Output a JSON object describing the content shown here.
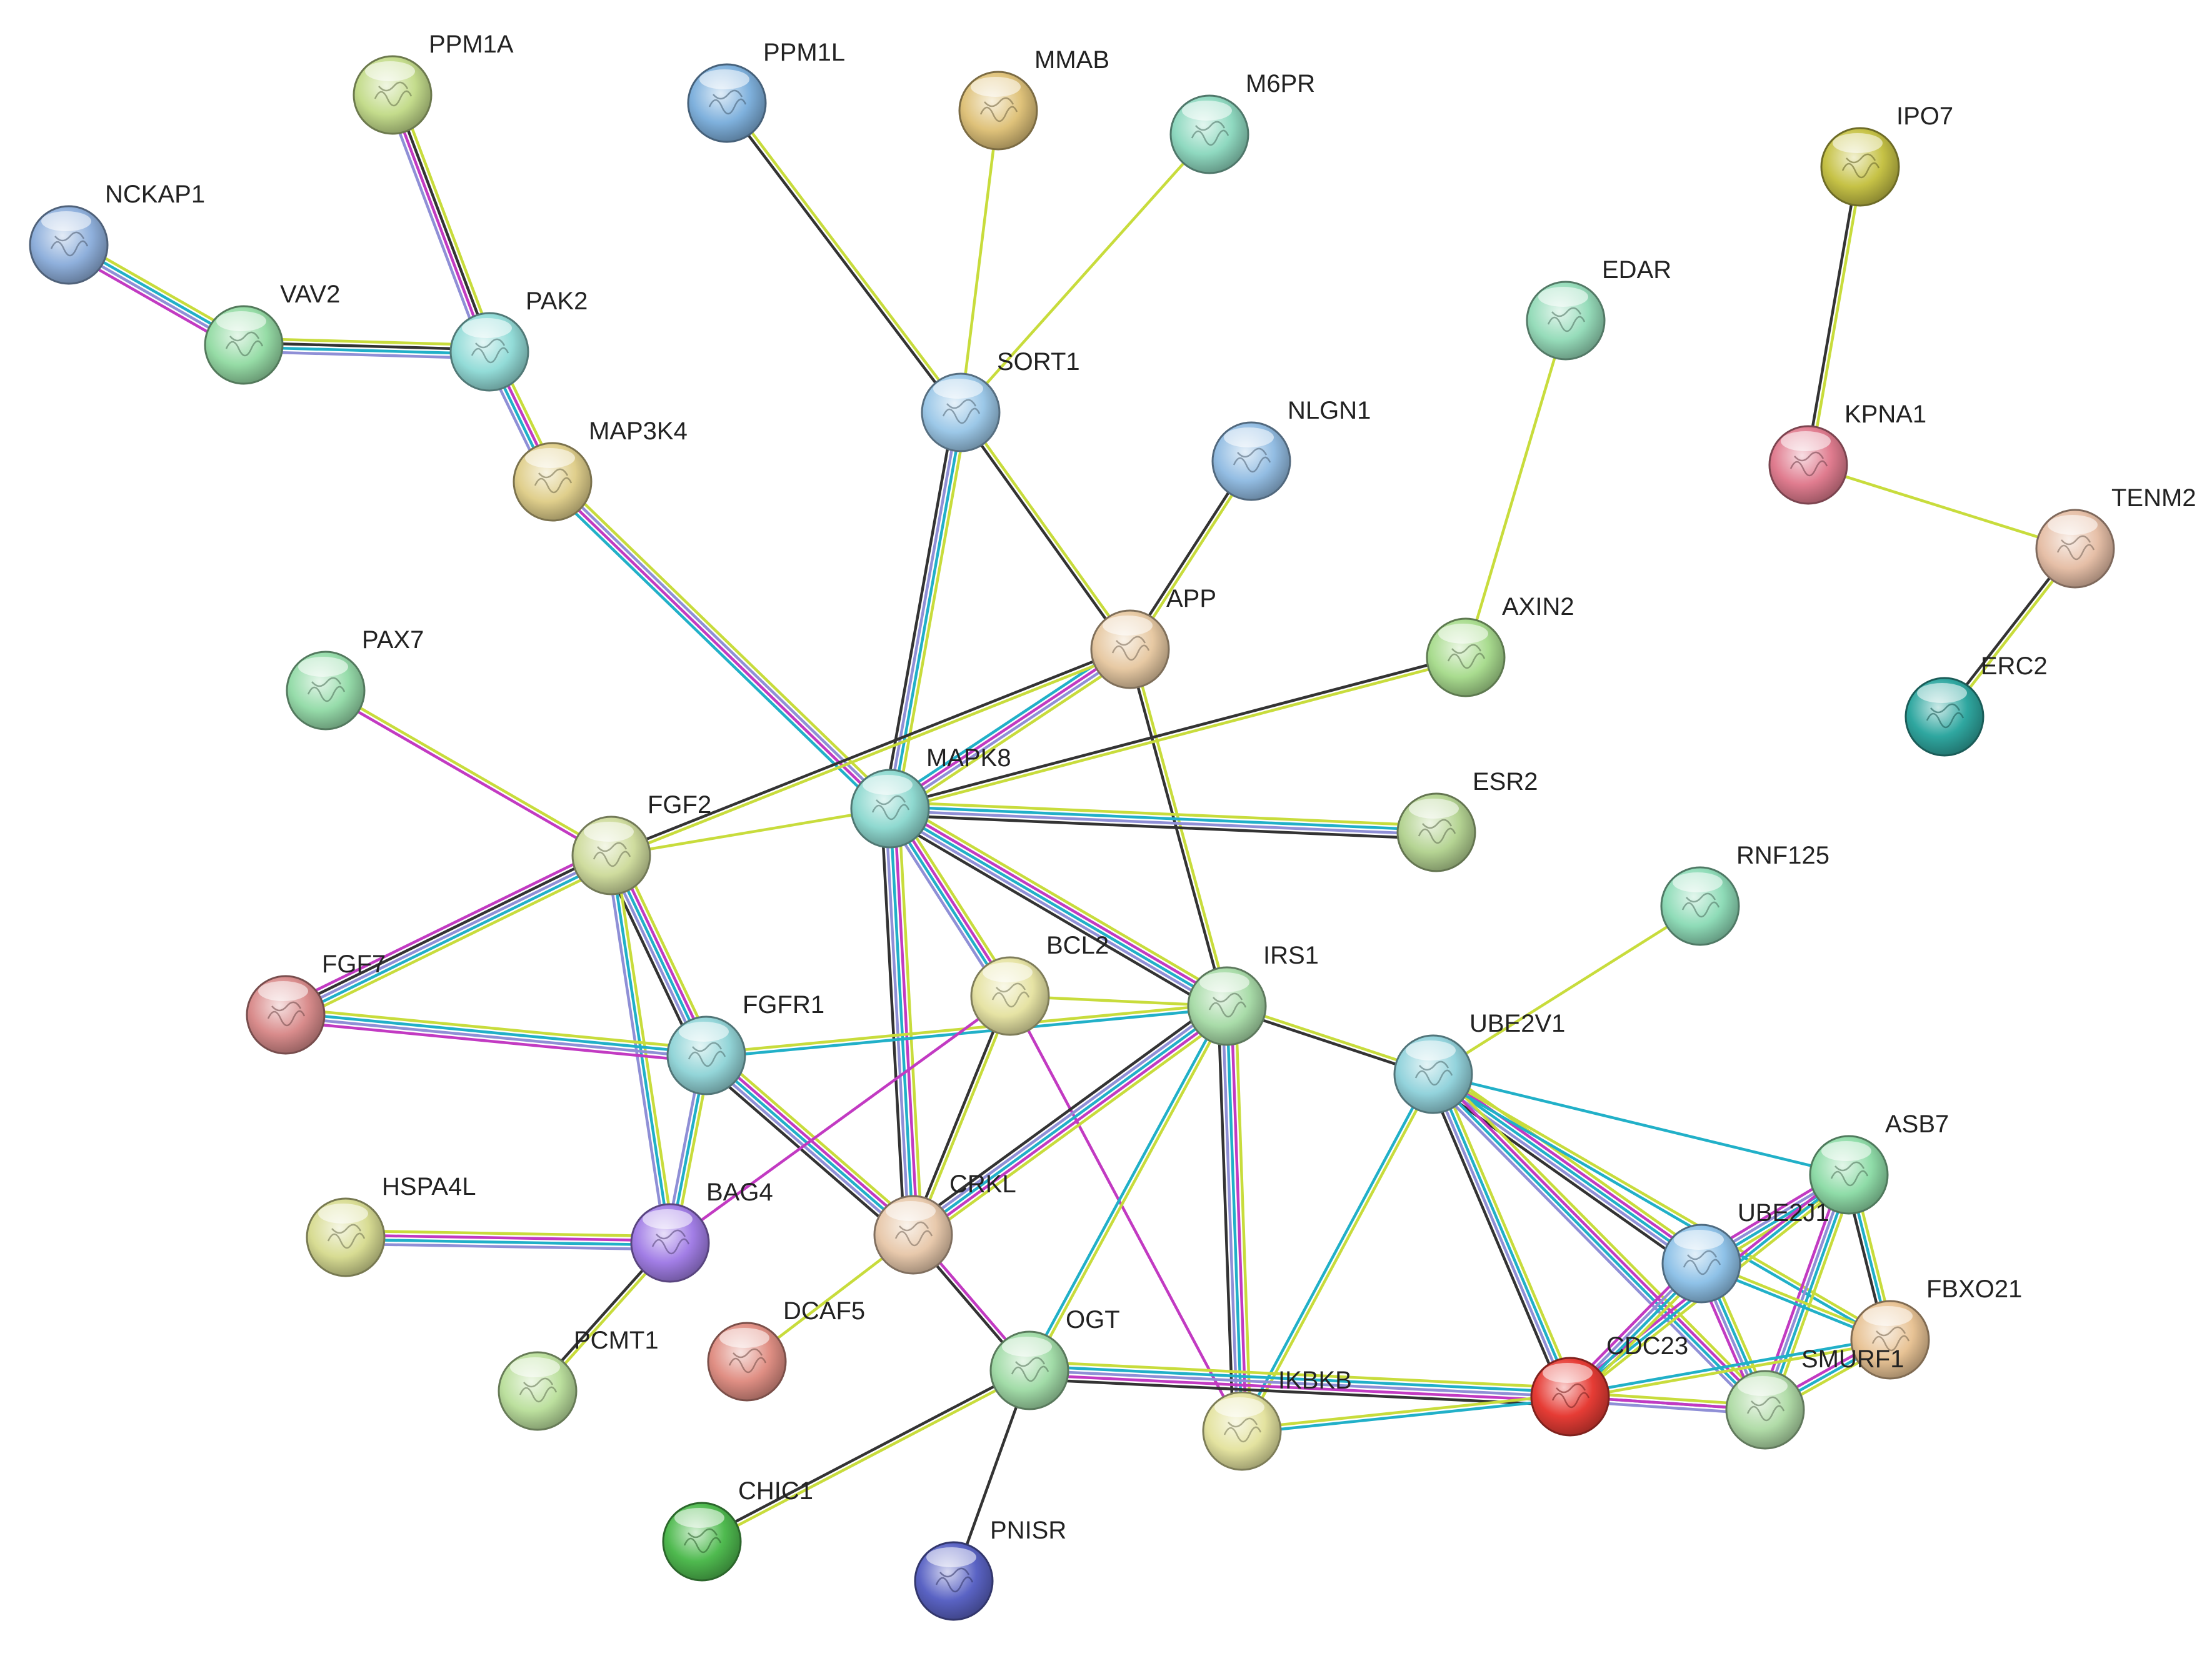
{
  "nodes": [
    {
      "id": "PPM1A",
      "label": "PPM1A",
      "color": "#c4dc8c"
    },
    {
      "id": "PPM1L",
      "label": "PPM1L",
      "color": "#7fb1dd"
    },
    {
      "id": "MMAB",
      "label": "MMAB",
      "color": "#dfc27a"
    },
    {
      "id": "M6PR",
      "label": "M6PR",
      "color": "#8fd9c0"
    },
    {
      "id": "IPO7",
      "label": "IPO7",
      "color": "#c6c246"
    },
    {
      "id": "NCKAP1",
      "label": "NCKAP1",
      "color": "#8fb0dc"
    },
    {
      "id": "VAV2",
      "label": "VAV2",
      "color": "#96dca6"
    },
    {
      "id": "PAK2",
      "label": "PAK2",
      "color": "#93dcd8"
    },
    {
      "id": "EDAR",
      "label": "EDAR",
      "color": "#96dcba"
    },
    {
      "id": "SORT1",
      "label": "SORT1",
      "color": "#9cc8e8"
    },
    {
      "id": "NLGN1",
      "label": "NLGN1",
      "color": "#93bde3"
    },
    {
      "id": "KPNA1",
      "label": "KPNA1",
      "color": "#e07c8f"
    },
    {
      "id": "MAP3K4",
      "label": "MAP3K4",
      "color": "#e0cf8c"
    },
    {
      "id": "TENM2",
      "label": "TENM2",
      "color": "#e6bfa7"
    },
    {
      "id": "APP",
      "label": "APP",
      "color": "#e7c9a3"
    },
    {
      "id": "AXIN2",
      "label": "AXIN2",
      "color": "#a9dc8f"
    },
    {
      "id": "PAX7",
      "label": "PAX7",
      "color": "#96dcaa"
    },
    {
      "id": "ERC2",
      "label": "ERC2",
      "color": "#2fa7a0"
    },
    {
      "id": "MAPK8",
      "label": "MAPK8",
      "color": "#8fd9d0"
    },
    {
      "id": "ESR2",
      "label": "ESR2",
      "color": "#b5d493"
    },
    {
      "id": "FGF2",
      "label": "FGF2",
      "color": "#cfdc9e"
    },
    {
      "id": "RNF125",
      "label": "RNF125",
      "color": "#8fdcb8"
    },
    {
      "id": "BCL2",
      "label": "BCL2",
      "color": "#e6e3a4"
    },
    {
      "id": "FGF7",
      "label": "FGF7",
      "color": "#d98c8c"
    },
    {
      "id": "IRS1",
      "label": "IRS1",
      "color": "#a9dca9"
    },
    {
      "id": "FGFR1",
      "label": "FGFR1",
      "color": "#93d5d8"
    },
    {
      "id": "UBE2V1",
      "label": "UBE2V1",
      "color": "#93d3dc"
    },
    {
      "id": "ASB7",
      "label": "ASB7",
      "color": "#8fdca8"
    },
    {
      "id": "HSPA4L",
      "label": "HSPA4L",
      "color": "#d8dc93"
    },
    {
      "id": "BAG4",
      "label": "BAG4",
      "color": "#a27ee6"
    },
    {
      "id": "CRKL",
      "label": "CRKL",
      "color": "#e8c9ac"
    },
    {
      "id": "UBE2J1",
      "label": "UBE2J1",
      "color": "#8fc2e8"
    },
    {
      "id": "FBXO21",
      "label": "FBXO21",
      "color": "#e8c395"
    },
    {
      "id": "DCAF5",
      "label": "DCAF5",
      "color": "#e08f84"
    },
    {
      "id": "OGT",
      "label": "OGT",
      "color": "#a2dca8"
    },
    {
      "id": "CDC23",
      "label": "CDC23",
      "color": "#e63c35"
    },
    {
      "id": "PCMT1",
      "label": "PCMT1",
      "color": "#bce09e"
    },
    {
      "id": "IKBKB",
      "label": "IKBKB",
      "color": "#e4e3a0"
    },
    {
      "id": "SMURF1",
      "label": "SMURF1",
      "color": "#b1dca8"
    },
    {
      "id": "CHIC1",
      "label": "CHIC1",
      "color": "#4fba4f"
    },
    {
      "id": "PNISR",
      "label": "PNISR",
      "color": "#5a63c4"
    }
  ],
  "edges": [
    {
      "source": "PPM1A",
      "target": "PAK2",
      "evidence": [
        "text",
        "coexp",
        "exp",
        "pathway"
      ]
    },
    {
      "source": "NCKAP1",
      "target": "VAV2",
      "evidence": [
        "text",
        "db",
        "pathway",
        "exp"
      ]
    },
    {
      "source": "VAV2",
      "target": "PAK2",
      "evidence": [
        "text",
        "coexp",
        "db",
        "pathway"
      ]
    },
    {
      "source": "PAK2",
      "target": "MAP3K4",
      "evidence": [
        "text",
        "exp",
        "db",
        "pathway"
      ]
    },
    {
      "source": "MAP3K4",
      "target": "MAPK8",
      "evidence": [
        "text",
        "pathway",
        "exp",
        "db"
      ]
    },
    {
      "source": "PPM1L",
      "target": "SORT1",
      "evidence": [
        "text",
        "coexp"
      ]
    },
    {
      "source": "MMAB",
      "target": "SORT1",
      "evidence": [
        "text"
      ]
    },
    {
      "source": "M6PR",
      "target": "SORT1",
      "evidence": [
        "text"
      ]
    },
    {
      "source": "SORT1",
      "target": "MAPK8",
      "evidence": [
        "text",
        "db",
        "pathway",
        "coexp"
      ]
    },
    {
      "source": "SORT1",
      "target": "APP",
      "evidence": [
        "text",
        "coexp"
      ]
    },
    {
      "source": "NLGN1",
      "target": "APP",
      "evidence": [
        "text",
        "coexp"
      ]
    },
    {
      "source": "EDAR",
      "target": "AXIN2",
      "evidence": [
        "text"
      ]
    },
    {
      "source": "IPO7",
      "target": "KPNA1",
      "evidence": [
        "text",
        "coexp"
      ]
    },
    {
      "source": "KPNA1",
      "target": "TENM2",
      "evidence": [
        "text"
      ]
    },
    {
      "source": "TENM2",
      "target": "ERC2",
      "evidence": [
        "text",
        "coexp"
      ]
    },
    {
      "source": "APP",
      "target": "MAPK8",
      "evidence": [
        "text",
        "pathway",
        "exp",
        "db"
      ]
    },
    {
      "source": "APP",
      "target": "FGF2",
      "evidence": [
        "text",
        "coexp"
      ]
    },
    {
      "source": "APP",
      "target": "IRS1",
      "evidence": [
        "text",
        "coexp"
      ]
    },
    {
      "source": "AXIN2",
      "target": "MAPK8",
      "evidence": [
        "text",
        "coexp"
      ]
    },
    {
      "source": "PAX7",
      "target": "FGF2",
      "evidence": [
        "text",
        "exp"
      ]
    },
    {
      "source": "MAPK8",
      "target": "ESR2",
      "evidence": [
        "text",
        "db",
        "pathway",
        "coexp"
      ]
    },
    {
      "source": "MAPK8",
      "target": "FGF2",
      "evidence": [
        "text"
      ]
    },
    {
      "source": "MAPK8",
      "target": "BCL2",
      "evidence": [
        "text",
        "exp",
        "db",
        "pathway"
      ]
    },
    {
      "source": "MAPK8",
      "target": "IRS1",
      "evidence": [
        "text",
        "exp",
        "db",
        "pathway",
        "coexp"
      ]
    },
    {
      "source": "MAPK8",
      "target": "CRKL",
      "evidence": [
        "text",
        "exp",
        "db",
        "pathway",
        "coexp"
      ]
    },
    {
      "source": "FGF2",
      "target": "FGF7",
      "evidence": [
        "text",
        "db",
        "pathway",
        "coexp",
        "exp"
      ]
    },
    {
      "source": "FGF2",
      "target": "FGFR1",
      "evidence": [
        "text",
        "exp",
        "db",
        "pathway",
        "coexp"
      ]
    },
    {
      "source": "FGF2",
      "target": "BAG4",
      "evidence": [
        "text",
        "db",
        "pathway"
      ]
    },
    {
      "source": "FGF7",
      "target": "FGFR1",
      "evidence": [
        "text",
        "db",
        "pathway",
        "exp"
      ]
    },
    {
      "source": "FGFR1",
      "target": "BAG4",
      "evidence": [
        "text",
        "db",
        "pathway"
      ]
    },
    {
      "source": "FGFR1",
      "target": "IRS1",
      "evidence": [
        "text",
        "db"
      ]
    },
    {
      "source": "FGFR1",
      "target": "CRKL",
      "evidence": [
        "text",
        "exp",
        "db",
        "pathway",
        "coexp"
      ]
    },
    {
      "source": "BCL2",
      "target": "IRS1",
      "evidence": [
        "text"
      ]
    },
    {
      "source": "BCL2",
      "target": "CRKL",
      "evidence": [
        "text",
        "coexp"
      ]
    },
    {
      "source": "BCL2",
      "target": "BAG4",
      "evidence": [
        "exp"
      ]
    },
    {
      "source": "BCL2",
      "target": "IKBKB",
      "evidence": [
        "exp"
      ]
    },
    {
      "source": "IRS1",
      "target": "CRKL",
      "evidence": [
        "text",
        "exp",
        "db",
        "pathway",
        "coexp"
      ]
    },
    {
      "source": "IRS1",
      "target": "OGT",
      "evidence": [
        "text",
        "db"
      ]
    },
    {
      "source": "IRS1",
      "target": "IKBKB",
      "evidence": [
        "text",
        "exp",
        "db",
        "pathway",
        "coexp"
      ]
    },
    {
      "source": "IRS1",
      "target": "UBE2V1",
      "evidence": [
        "text",
        "coexp"
      ]
    },
    {
      "source": "RNF125",
      "target": "UBE2V1",
      "evidence": [
        "text"
      ]
    },
    {
      "source": "UBE2V1",
      "target": "ASB7",
      "evidence": [
        "db"
      ]
    },
    {
      "source": "UBE2V1",
      "target": "UBE2J1",
      "evidence": [
        "text",
        "exp",
        "db",
        "pathway",
        "coexp"
      ]
    },
    {
      "source": "UBE2V1",
      "target": "CDC23",
      "evidence": [
        "text",
        "db",
        "pathway",
        "coexp"
      ]
    },
    {
      "source": "UBE2V1",
      "target": "SMURF1",
      "evidence": [
        "text",
        "exp",
        "db",
        "pathway"
      ]
    },
    {
      "source": "UBE2V1",
      "target": "IKBKB",
      "evidence": [
        "text",
        "db"
      ]
    },
    {
      "source": "UBE2V1",
      "target": "FBXO21",
      "evidence": [
        "text",
        "db"
      ]
    },
    {
      "source": "ASB7",
      "target": "UBE2J1",
      "evidence": [
        "text",
        "db",
        "pathway",
        "exp"
      ]
    },
    {
      "source": "ASB7",
      "target": "FBXO21",
      "evidence": [
        "text",
        "db",
        "coexp"
      ]
    },
    {
      "source": "ASB7",
      "target": "SMURF1",
      "evidence": [
        "text",
        "db",
        "pathway",
        "exp"
      ]
    },
    {
      "source": "ASB7",
      "target": "CDC23",
      "evidence": [
        "text",
        "db",
        "exp"
      ]
    },
    {
      "source": "UBE2J1",
      "target": "CDC23",
      "evidence": [
        "text",
        "db",
        "pathway",
        "exp"
      ]
    },
    {
      "source": "UBE2J1",
      "target": "SMURF1",
      "evidence": [
        "text",
        "db",
        "pathway",
        "exp"
      ]
    },
    {
      "source": "UBE2J1",
      "target": "FBXO21",
      "evidence": [
        "text",
        "db"
      ]
    },
    {
      "source": "FBXO21",
      "target": "CDC23",
      "evidence": [
        "text",
        "db"
      ]
    },
    {
      "source": "FBXO21",
      "target": "SMURF1",
      "evidence": [
        "text",
        "db",
        "exp"
      ]
    },
    {
      "source": "CDC23",
      "target": "SMURF1",
      "evidence": [
        "text",
        "db",
        "pathway"
      ]
    },
    {
      "source": "HSPA4L",
      "target": "BAG4",
      "evidence": [
        "text",
        "exp",
        "db",
        "pathway"
      ]
    },
    {
      "source": "BAG4",
      "target": "PCMT1",
      "evidence": [
        "text",
        "coexp"
      ]
    },
    {
      "source": "CRKL",
      "target": "DCAF5",
      "evidence": [
        "text"
      ]
    },
    {
      "source": "CRKL",
      "target": "OGT",
      "evidence": [
        "exp",
        "coexp"
      ]
    },
    {
      "source": "OGT",
      "target": "CDC23",
      "evidence": [
        "text",
        "db",
        "pathway",
        "exp",
        "coexp"
      ]
    },
    {
      "source": "OGT",
      "target": "CHIC1",
      "evidence": [
        "text",
        "coexp"
      ]
    },
    {
      "source": "OGT",
      "target": "PNISR",
      "evidence": [
        "coexp"
      ]
    },
    {
      "source": "IKBKB",
      "target": "CDC23",
      "evidence": [
        "text",
        "db"
      ]
    },
    {
      "source": "CDC23",
      "target": "SMURF1",
      "evidence": [
        "exp"
      ]
    }
  ],
  "evidence_colors": {
    "text": "#c8dc3c",
    "coexp": "#333333",
    "exp": "#c23ac2",
    "db": "#21b0c8",
    "pathway": "#8f8fd6"
  }
}
